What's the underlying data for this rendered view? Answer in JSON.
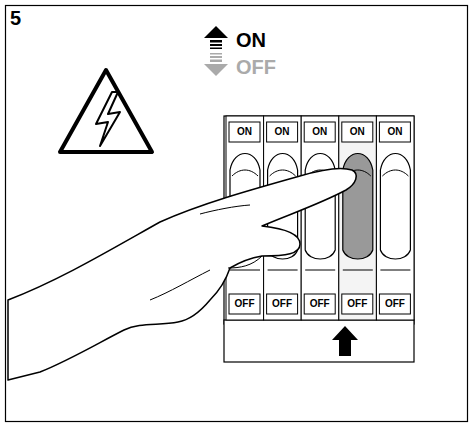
{
  "diagram": {
    "labels": [
      "5",
      "ON",
      "OFF",
      "ON",
      "ON",
      "ON",
      "ON",
      "ON",
      "OFF",
      "OFF",
      "OFF",
      "OFF",
      "OFF"
    ]
  }
}
